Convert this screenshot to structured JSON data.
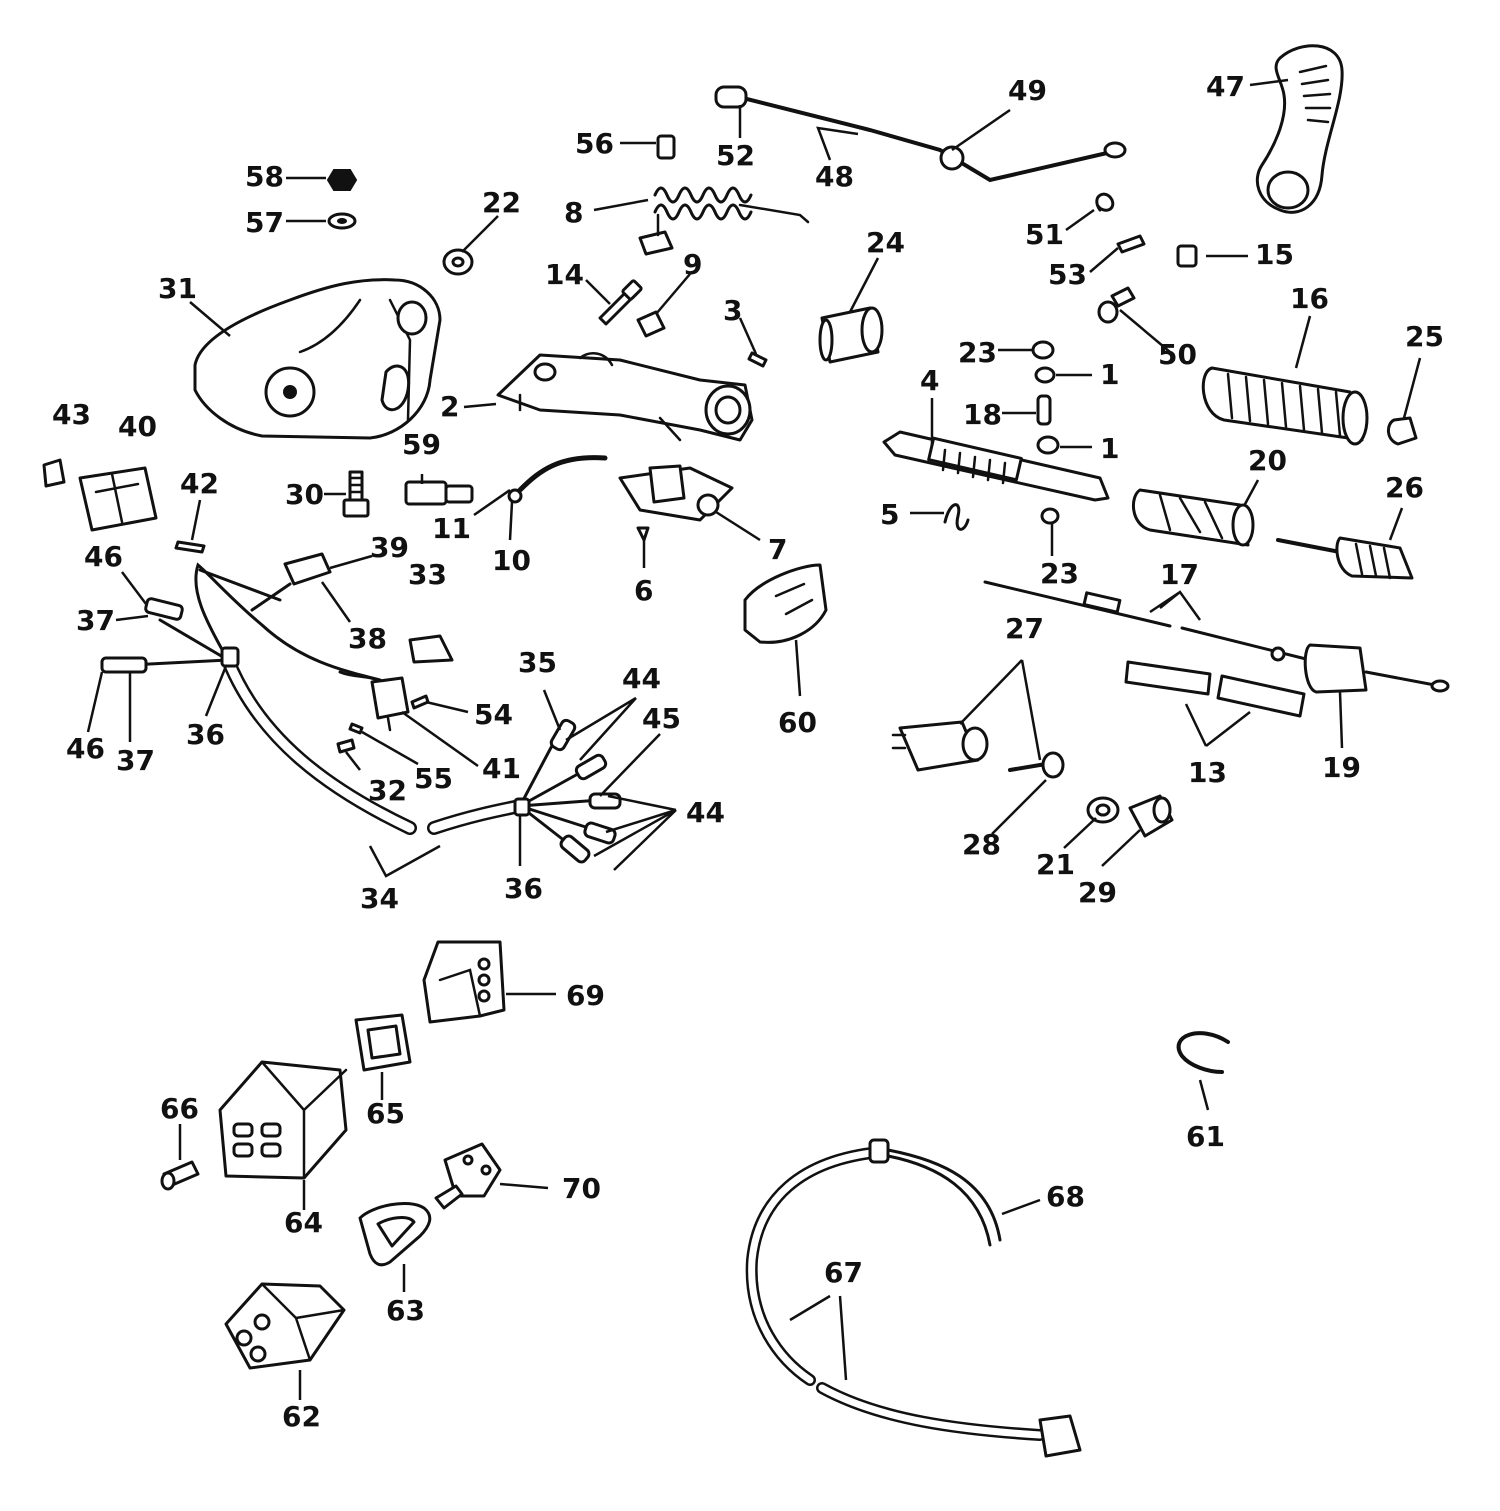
{
  "colors": {
    "ink": "#111111",
    "paper": "#ffffff"
  },
  "callouts": [
    {
      "id": "c47",
      "text": "47"
    },
    {
      "id": "c49",
      "text": "49"
    },
    {
      "id": "c56",
      "text": "56"
    },
    {
      "id": "c52",
      "text": "52"
    },
    {
      "id": "c48",
      "text": "48"
    },
    {
      "id": "c58",
      "text": "58"
    },
    {
      "id": "c57",
      "text": "57"
    },
    {
      "id": "c22",
      "text": "22"
    },
    {
      "id": "c8",
      "text": "8"
    },
    {
      "id": "c24",
      "text": "24"
    },
    {
      "id": "c51",
      "text": "51"
    },
    {
      "id": "c53",
      "text": "53"
    },
    {
      "id": "c15",
      "text": "15"
    },
    {
      "id": "c31",
      "text": "31"
    },
    {
      "id": "c14",
      "text": "14"
    },
    {
      "id": "c9",
      "text": "9"
    },
    {
      "id": "c3",
      "text": "3"
    },
    {
      "id": "c16",
      "text": "16"
    },
    {
      "id": "c25",
      "text": "25"
    },
    {
      "id": "c50",
      "text": "50"
    },
    {
      "id": "c23a",
      "text": "23"
    },
    {
      "id": "c1a",
      "text": "1"
    },
    {
      "id": "c4",
      "text": "4"
    },
    {
      "id": "c2",
      "text": "2"
    },
    {
      "id": "c18",
      "text": "18"
    },
    {
      "id": "c1b",
      "text": "1"
    },
    {
      "id": "c43",
      "text": "43"
    },
    {
      "id": "c40",
      "text": "40"
    },
    {
      "id": "c59",
      "text": "59"
    },
    {
      "id": "c20",
      "text": "20"
    },
    {
      "id": "c26",
      "text": "26"
    },
    {
      "id": "c42",
      "text": "42"
    },
    {
      "id": "c30",
      "text": "30"
    },
    {
      "id": "c11",
      "text": "11"
    },
    {
      "id": "c5",
      "text": "5"
    },
    {
      "id": "c10",
      "text": "10"
    },
    {
      "id": "c7",
      "text": "7"
    },
    {
      "id": "c46a",
      "text": "46"
    },
    {
      "id": "c39",
      "text": "39"
    },
    {
      "id": "c23b",
      "text": "23"
    },
    {
      "id": "c17",
      "text": "17"
    },
    {
      "id": "c33",
      "text": "33"
    },
    {
      "id": "c6",
      "text": "6"
    },
    {
      "id": "c37a",
      "text": "37"
    },
    {
      "id": "c27",
      "text": "27"
    },
    {
      "id": "c38",
      "text": "38"
    },
    {
      "id": "c35",
      "text": "35"
    },
    {
      "id": "c44a",
      "text": "44"
    },
    {
      "id": "c45",
      "text": "45"
    },
    {
      "id": "c54",
      "text": "54"
    },
    {
      "id": "c60",
      "text": "60"
    },
    {
      "id": "c46b",
      "text": "46"
    },
    {
      "id": "c37b",
      "text": "37"
    },
    {
      "id": "c36a",
      "text": "36"
    },
    {
      "id": "c41",
      "text": "41"
    },
    {
      "id": "c55",
      "text": "55"
    },
    {
      "id": "c32",
      "text": "32"
    },
    {
      "id": "c19",
      "text": "19"
    },
    {
      "id": "c13",
      "text": "13"
    },
    {
      "id": "c44b",
      "text": "44"
    },
    {
      "id": "c28",
      "text": "28"
    },
    {
      "id": "c21",
      "text": "21"
    },
    {
      "id": "c29",
      "text": "29"
    },
    {
      "id": "c34",
      "text": "34"
    },
    {
      "id": "c36b",
      "text": "36"
    },
    {
      "id": "c69",
      "text": "69"
    },
    {
      "id": "c61",
      "text": "61"
    },
    {
      "id": "c65",
      "text": "65"
    },
    {
      "id": "c66",
      "text": "66"
    },
    {
      "id": "c70",
      "text": "70"
    },
    {
      "id": "c68",
      "text": "68"
    },
    {
      "id": "c64",
      "text": "64"
    },
    {
      "id": "c67",
      "text": "67"
    },
    {
      "id": "c63",
      "text": "63"
    },
    {
      "id": "c62",
      "text": "62"
    }
  ]
}
